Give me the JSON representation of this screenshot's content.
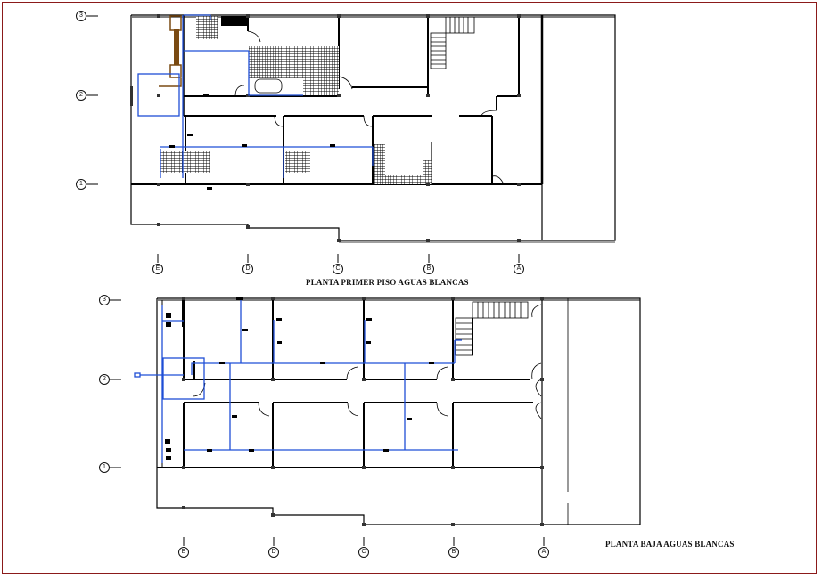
{
  "drawing": {
    "frame_color": "#8b1a1a",
    "water_line_color": "#1f4fd6",
    "fixture_color": "#7a4a12",
    "wall_color": "#000000"
  },
  "upper_plan": {
    "title": "PLANTA PRIMER  PISO AGUAS BLANCAS",
    "row_axes": [
      "3",
      "2",
      "1"
    ],
    "column_axes": [
      "E",
      "D",
      "C",
      "B",
      "A"
    ]
  },
  "lower_plan": {
    "title": "PLANTA BAJA AGUAS BLANCAS",
    "row_axes": [
      "3",
      "2",
      "1"
    ],
    "column_axes": [
      "E",
      "D",
      "C",
      "B",
      "A"
    ]
  }
}
